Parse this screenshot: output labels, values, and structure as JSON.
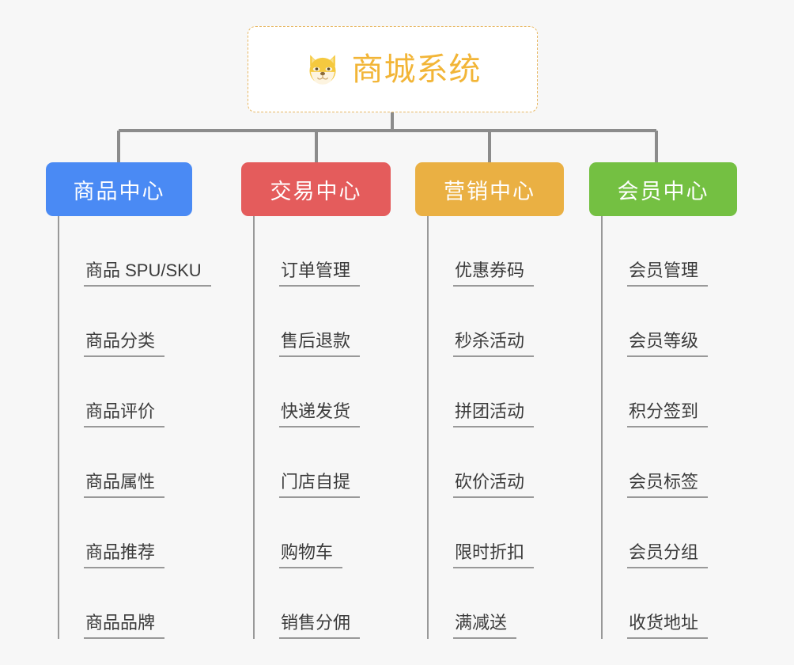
{
  "background_color": "#f7f7f7",
  "root": {
    "icon": "shiba-dog-face-icon",
    "title": "商城系统",
    "text_color": "#f2b537",
    "border_color": "#e8b864",
    "background_color": "#ffffff"
  },
  "connector_color": "#8c8c8c",
  "leaf_line_color": "#999999",
  "leaf_text_color": "#3b3b3b",
  "branches": [
    {
      "label": "商品中心",
      "color": "#4a8af4",
      "items": [
        "商品 SPU/SKU",
        "商品分类",
        "商品评价",
        "商品属性",
        "商品推荐",
        "商品品牌"
      ]
    },
    {
      "label": "交易中心",
      "color": "#e45c5c",
      "items": [
        "订单管理",
        "售后退款",
        "快递发货",
        "门店自提",
        "购物车",
        "销售分佣"
      ]
    },
    {
      "label": "营销中心",
      "color": "#eab043",
      "items": [
        "优惠券码",
        "秒杀活动",
        "拼团活动",
        "砍价活动",
        "限时折扣",
        "满减送"
      ]
    },
    {
      "label": "会员中心",
      "color": "#74c042",
      "items": [
        "会员管理",
        "会员等级",
        "积分签到",
        "会员标签",
        "会员分组",
        "收货地址"
      ]
    }
  ]
}
